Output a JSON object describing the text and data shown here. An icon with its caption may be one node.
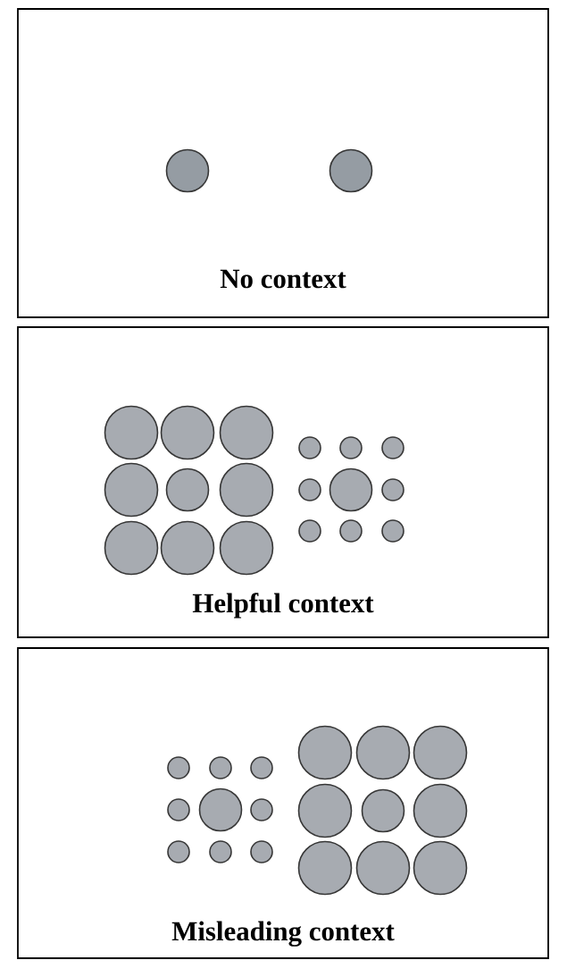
{
  "diagram": {
    "nodes": [
      {
        "text": [
          "No context"
        ]
      },
      {
        "text": [
          "Helpful context"
        ]
      },
      {
        "text": [
          "Misleading context"
        ]
      }
    ]
  }
}
